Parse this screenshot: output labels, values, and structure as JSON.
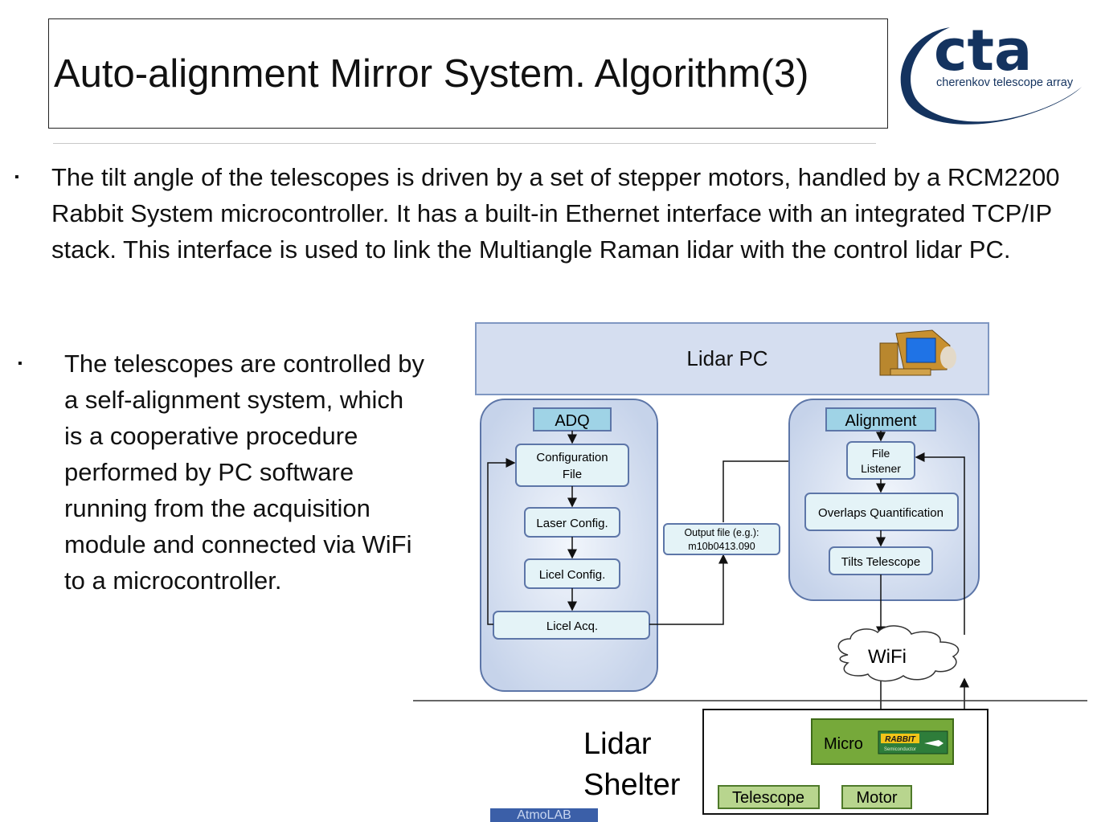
{
  "header": {
    "title": "Auto-alignment Mirror System. Algorithm(3)",
    "logo": {
      "mark": "cta",
      "subtitle": "cherenkov telescope array"
    }
  },
  "bullets": [
    {
      "marker": "▪",
      "text": "The tilt angle of the telescopes is driven by a set of stepper motors, handled by a RCM2200 Rabbit System microcontroller. It has a built-in Ethernet interface with an integrated TCP/IP stack. This interface is used to link the Multiangle Raman lidar with the control lidar PC."
    },
    {
      "marker": "▪",
      "text": "The telescopes are controlled by a self-alignment system, which is a cooperative procedure performed by PC software running from the acquisition module and connected via WiFi to a microcontroller."
    }
  ],
  "diagram": {
    "lidar_pc": "Lidar PC",
    "adq": {
      "title": "ADQ",
      "steps": [
        "Configuration",
        "File",
        "Laser Config.",
        "Licel Config.",
        "Licel Acq."
      ]
    },
    "output_file": {
      "line1": "Output file (e.g.):",
      "line2": "m10b0413.090"
    },
    "alignment": {
      "title": "Alignment",
      "steps": [
        "File",
        "Listener",
        "Overlaps Quantification",
        "Tilts Telescope"
      ]
    },
    "wifi": "WiFi",
    "shelter_label": {
      "line1": "Lidar",
      "line2": "Shelter"
    },
    "micro": "Micro",
    "rabbit": {
      "name": "RABBIT",
      "sub": "Semiconductor"
    },
    "telescope": "Telescope",
    "motor": "Motor"
  },
  "footer": {
    "partial_logo": "AtmoLAB"
  },
  "colors": {
    "logo_blue": "#14335f",
    "panel_fill": "#dbe4f3",
    "panel_stroke": "#7f97c2",
    "header_box": "#9fd3e6",
    "step_box": "#e4f3f7",
    "micro_green": "#76a93a"
  },
  "icons": [
    "computer-icon",
    "rabbit-chip-icon"
  ]
}
